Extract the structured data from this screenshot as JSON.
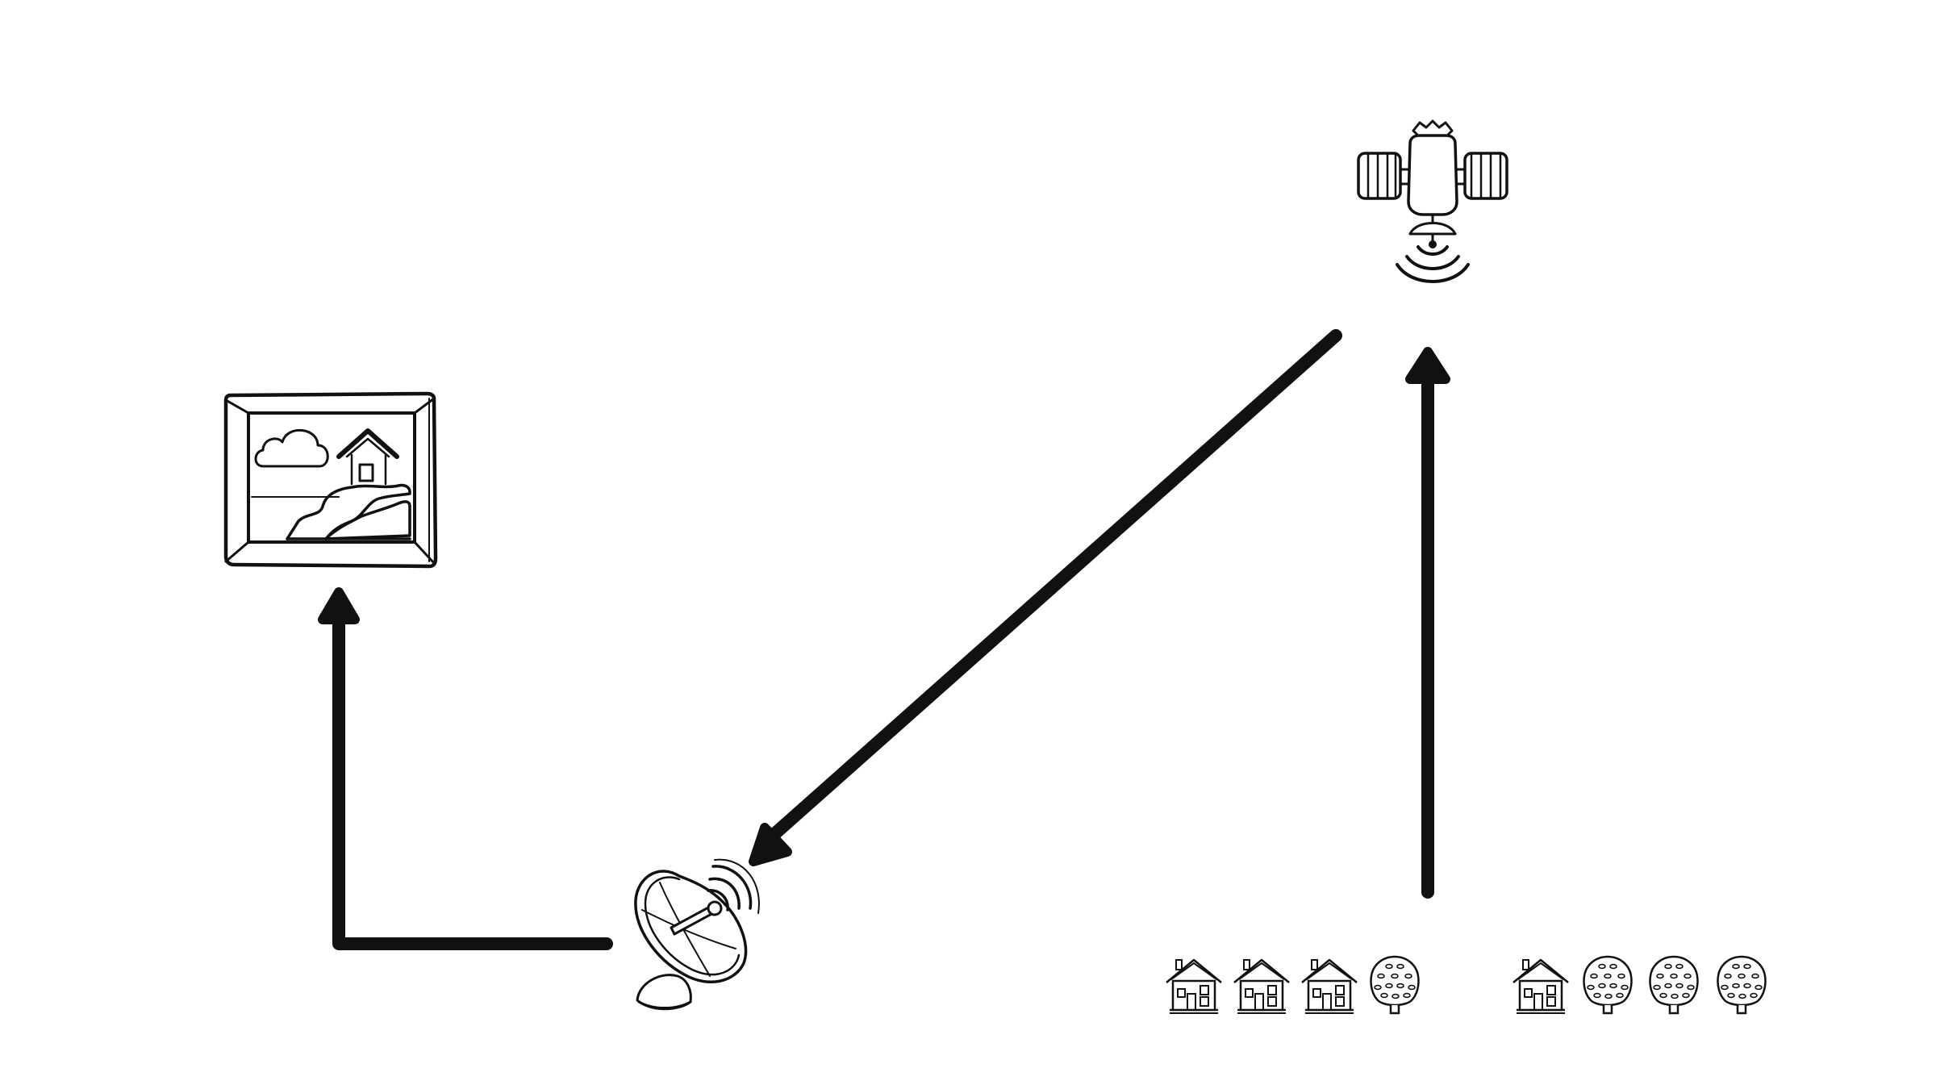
{
  "diagram": {
    "background": "#ffffff",
    "ink": "#111111",
    "nodes": [
      {
        "id": "satellite",
        "icon": "satellite-icon"
      },
      {
        "id": "ground-station",
        "icon": "satellite-dish-icon"
      },
      {
        "id": "image-frame",
        "icon": "picture-frame-icon"
      },
      {
        "id": "ground-scene-a",
        "icons": [
          "house-icon",
          "house-icon",
          "house-icon",
          "tree-icon"
        ]
      },
      {
        "id": "ground-scene-b",
        "icons": [
          "house-icon",
          "tree-icon",
          "tree-icon",
          "tree-icon"
        ]
      }
    ],
    "edges": [
      {
        "from": "ground-scene-a",
        "to": "satellite"
      },
      {
        "from": "satellite",
        "to": "ground-station"
      },
      {
        "from": "ground-station",
        "to": "image-frame"
      }
    ]
  }
}
